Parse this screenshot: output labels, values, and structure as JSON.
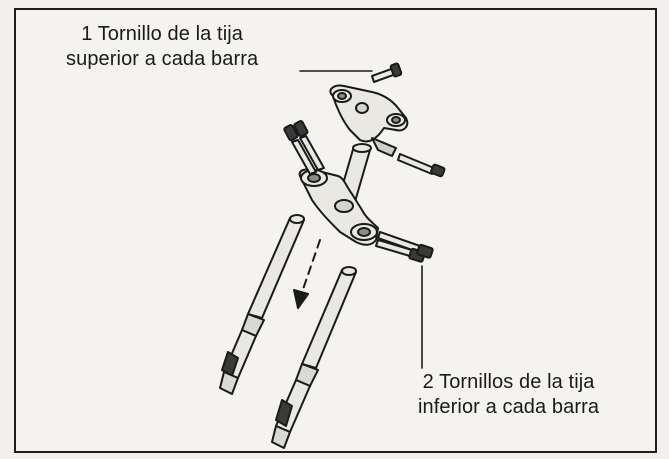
{
  "callouts": [
    {
      "lines": [
        "1 Tornillo de la tija",
        "superior a cada barra"
      ]
    },
    {
      "lines": [
        "2 Tornillos de la tija",
        "inferior a cada barra"
      ]
    }
  ],
  "colors": {
    "ink": "#1a1a1a",
    "part_fill": "#e9e8e3",
    "shade": "#8a8a86",
    "background": "#f4f3ef"
  }
}
